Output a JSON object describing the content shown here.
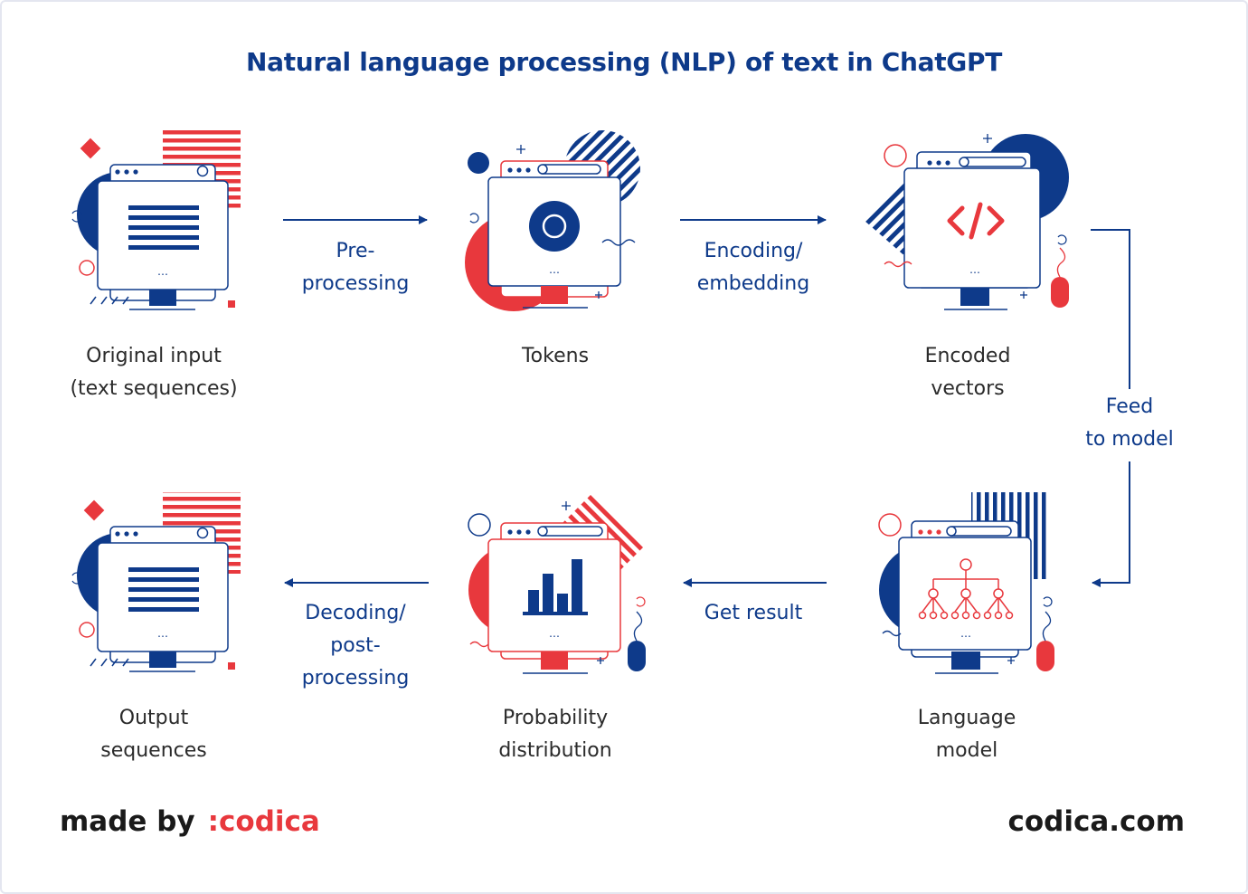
{
  "title": "Natural language processing (NLP) of text in ChatGPT",
  "colors": {
    "navy": "#0e3a8a",
    "red": "#e8383d",
    "text": "#2b2b2b"
  },
  "nodes": [
    {
      "id": "original-input",
      "lines": [
        "Original input",
        "(text sequences)"
      ],
      "icon": "document-lines-icon"
    },
    {
      "id": "tokens",
      "lines": [
        "Tokens"
      ],
      "icon": "target-circle-icon"
    },
    {
      "id": "encoded-vectors",
      "lines": [
        "Encoded",
        "vectors"
      ],
      "icon": "code-brackets-icon"
    },
    {
      "id": "language-model",
      "lines": [
        "Language",
        "model"
      ],
      "icon": "network-tree-icon"
    },
    {
      "id": "probability-distribution",
      "lines": [
        "Probability",
        "distribution"
      ],
      "icon": "bar-chart-icon"
    },
    {
      "id": "output-sequences",
      "lines": [
        "Output",
        "sequences"
      ],
      "icon": "document-lines-icon"
    }
  ],
  "edges": [
    {
      "from": "original-input",
      "to": "tokens",
      "lines": [
        "Pre-",
        "processing"
      ]
    },
    {
      "from": "tokens",
      "to": "encoded-vectors",
      "lines": [
        "Encoding/",
        "embedding"
      ]
    },
    {
      "from": "encoded-vectors",
      "to": "language-model",
      "lines": [
        "Feed",
        "to model"
      ]
    },
    {
      "from": "language-model",
      "to": "probability-distribution",
      "lines": [
        "Get result"
      ]
    },
    {
      "from": "probability-distribution",
      "to": "output-sequences",
      "lines": [
        "Decoding/",
        "post-",
        "processing"
      ]
    }
  ],
  "footer": {
    "made_by": "made by",
    "brand": ":codica",
    "site": "codica.com"
  }
}
